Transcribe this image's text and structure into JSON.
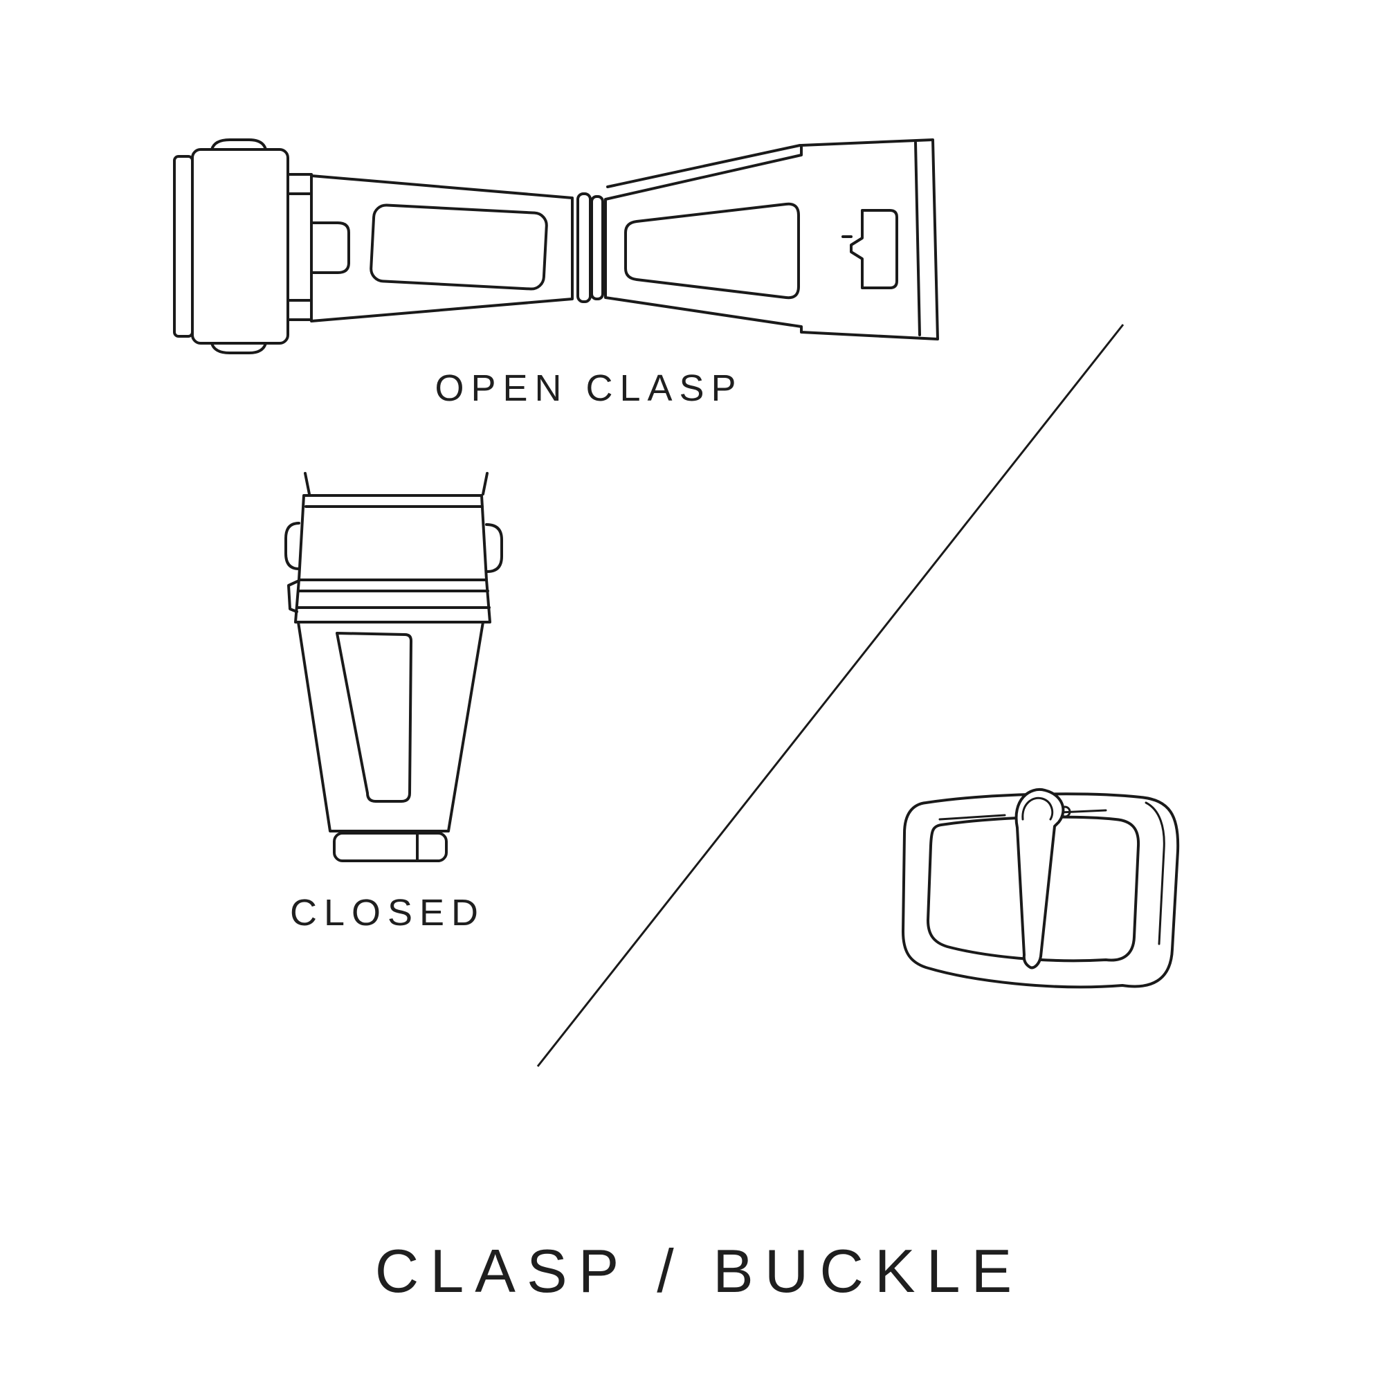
{
  "title": "CLASP / BUCKLE",
  "labels": {
    "open_clasp": "OPEN CLASP",
    "closed": "CLOSED"
  },
  "colors": {
    "ink": "#1a1a1a",
    "background": "#ffffff"
  },
  "icons": [
    {
      "name": "open-clasp-illustration",
      "meaning": "deployant clasp shown open"
    },
    {
      "name": "closed-clasp-illustration",
      "meaning": "clasp shown closed"
    },
    {
      "name": "buckle-illustration",
      "meaning": "tang buckle with prong"
    },
    {
      "name": "divider-line",
      "meaning": "diagonal separator"
    }
  ]
}
